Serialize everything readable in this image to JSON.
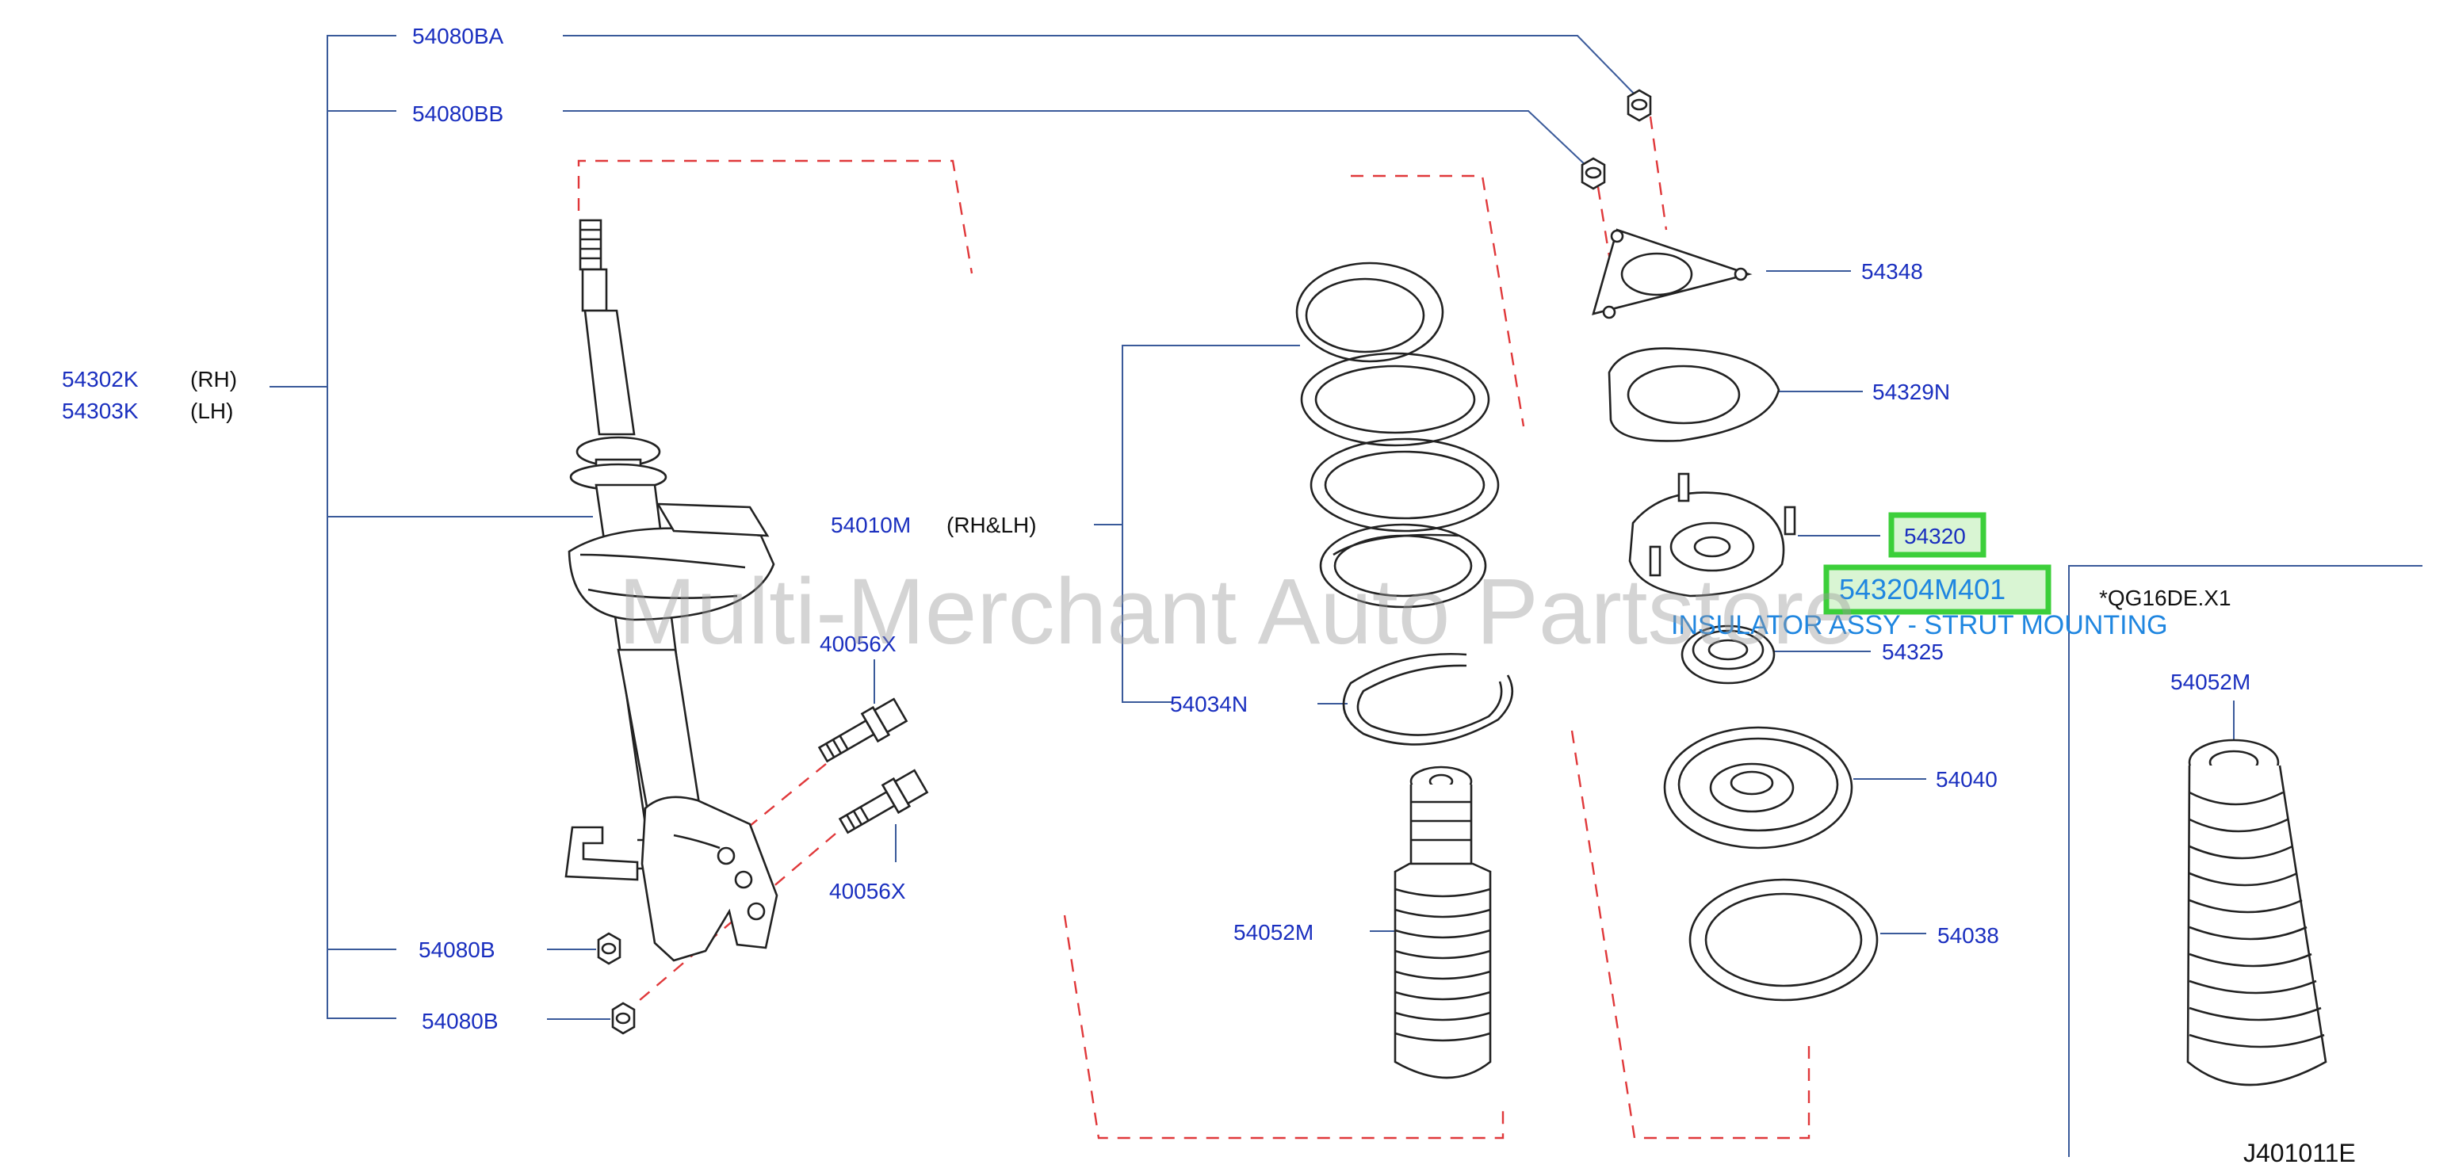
{
  "labels": {
    "p54080BA": "54080BA",
    "p54080BB": "54080BB",
    "p54302K": "54302K",
    "rh": "(RH)",
    "p54303K": "54303K",
    "lh": "(LH)",
    "p54010M": "54010M",
    "rhlh": "(RH&LH)",
    "p40056X_top": "40056X",
    "p40056X_bot": "40056X",
    "p54080B_top": "54080B",
    "p54080B_bot": "54080B",
    "p54034N": "54034N",
    "p54052M_mid": "54052M",
    "p54348": "54348",
    "p54329N": "54329N",
    "p54320": "54320",
    "p54325": "54325",
    "p54040": "54040",
    "p54038": "54038",
    "p54052M_right": "54052M",
    "variant_note": "*QG16DE.X1",
    "diagram_code": "J401011E"
  },
  "highlight": {
    "part_number": "543204M401",
    "description": "INSULATOR ASSY - STRUT MOUNTING"
  },
  "watermark": "Multi-Merchant Auto Partstore",
  "colors": {
    "label_blue": "#1a2fbf",
    "highlight_green": "#3ccf3a",
    "highlight_text": "#1f86e0",
    "dash_red": "#e0383a"
  }
}
